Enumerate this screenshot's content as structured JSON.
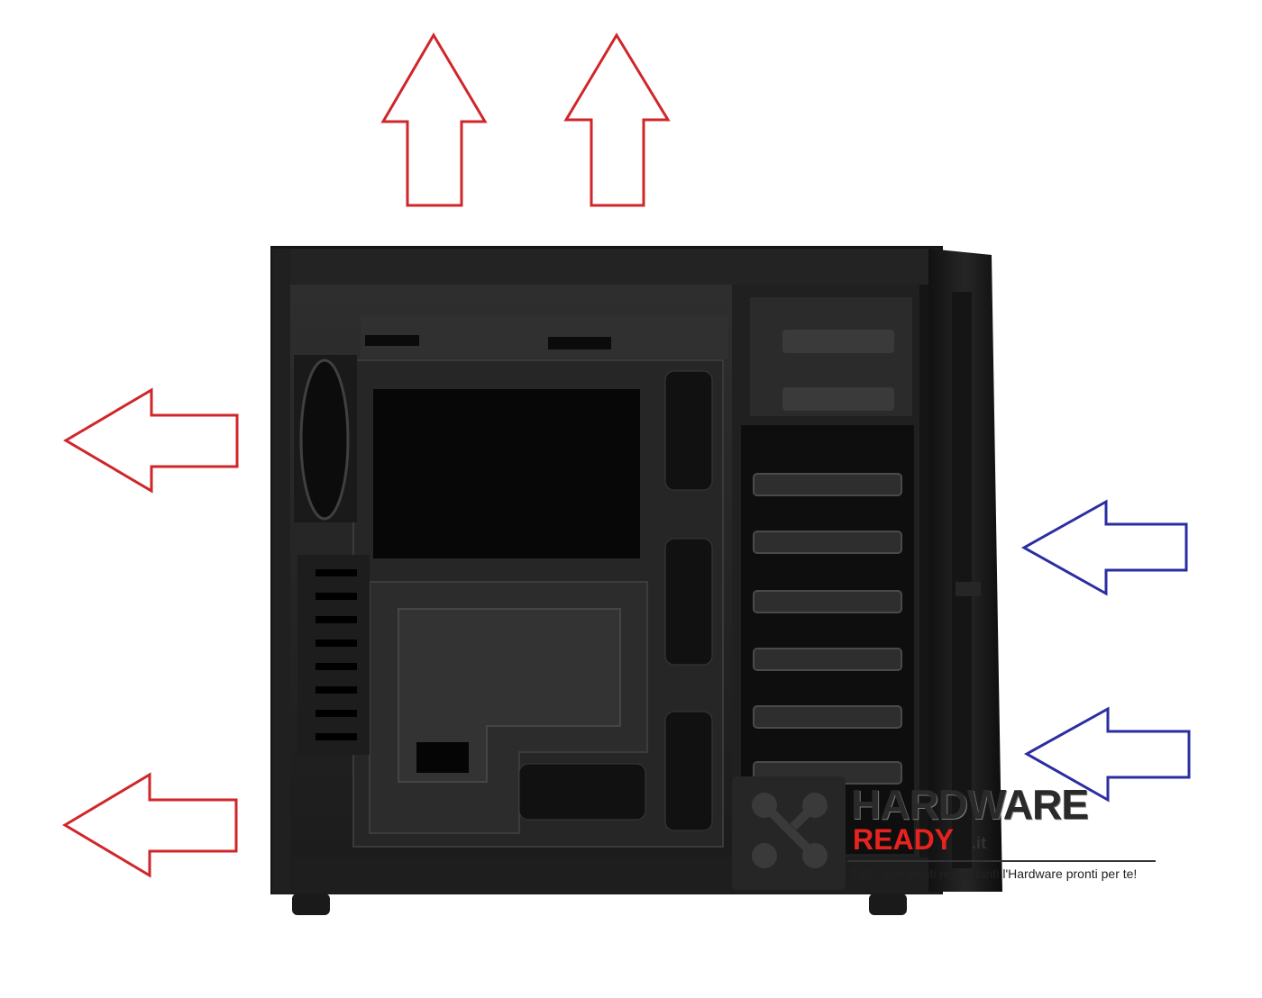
{
  "watermark": {
    "brand_top": "HARDWARE",
    "brand_bottom": "READY",
    "tld": ".it",
    "tagline": "Tutti i contenuti riguardanti l'Hardware pronti per te!"
  },
  "airflow": {
    "exhaust_color": "#d0262a",
    "intake_color": "#2b2ea0"
  },
  "colors": {
    "case_body": "#1a1a1a",
    "case_panel": "#2a2a2a",
    "background": "#ffffff"
  }
}
